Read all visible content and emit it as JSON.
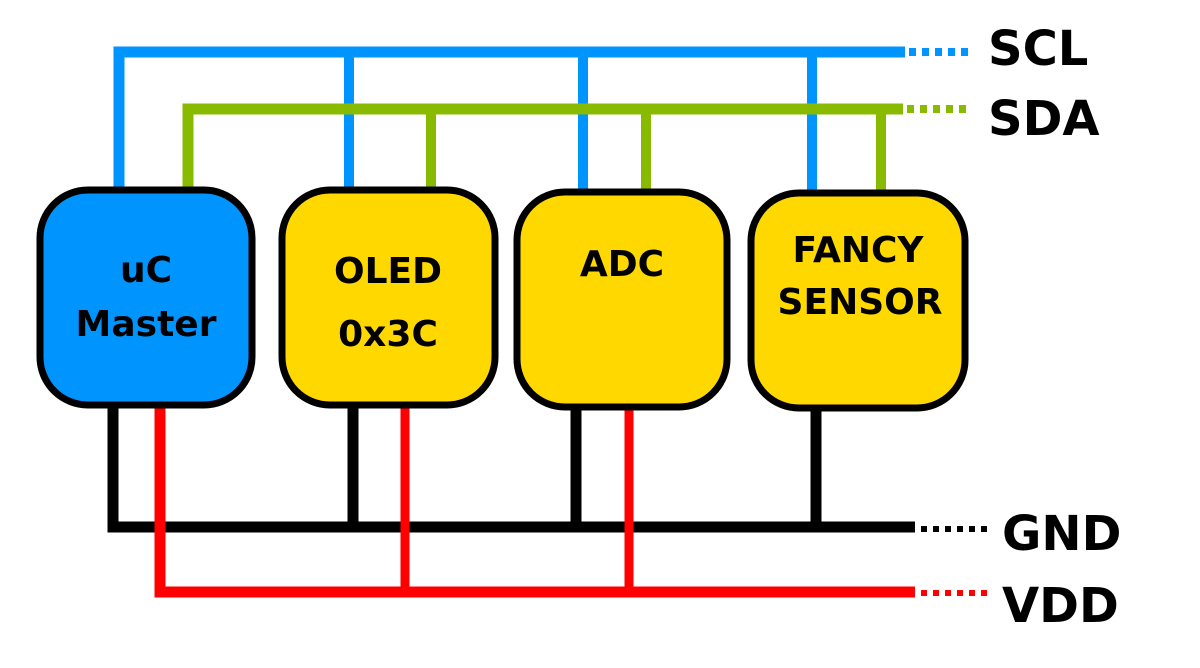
{
  "diagram": {
    "colors": {
      "scl": "#0094ff",
      "sda": "#88bb00",
      "gnd": "#000000",
      "vdd": "#ff0000",
      "master_fill": "#0094ff",
      "slave_fill": "#ffd800",
      "outline": "#000000"
    },
    "buses": {
      "scl": {
        "label": "SCL"
      },
      "sda": {
        "label": "SDA"
      },
      "gnd": {
        "label": "GND"
      },
      "vdd": {
        "label": "VDD"
      }
    },
    "devices": [
      {
        "id": "uc-master",
        "lines": [
          "uC",
          "Master"
        ],
        "role": "master"
      },
      {
        "id": "oled",
        "lines": [
          "OLED",
          "0x3C"
        ],
        "role": "slave"
      },
      {
        "id": "adc",
        "lines": [
          "ADC"
        ],
        "role": "slave"
      },
      {
        "id": "fancy-sensor",
        "lines": [
          "FANCY",
          "SENSOR"
        ],
        "role": "slave"
      }
    ]
  }
}
